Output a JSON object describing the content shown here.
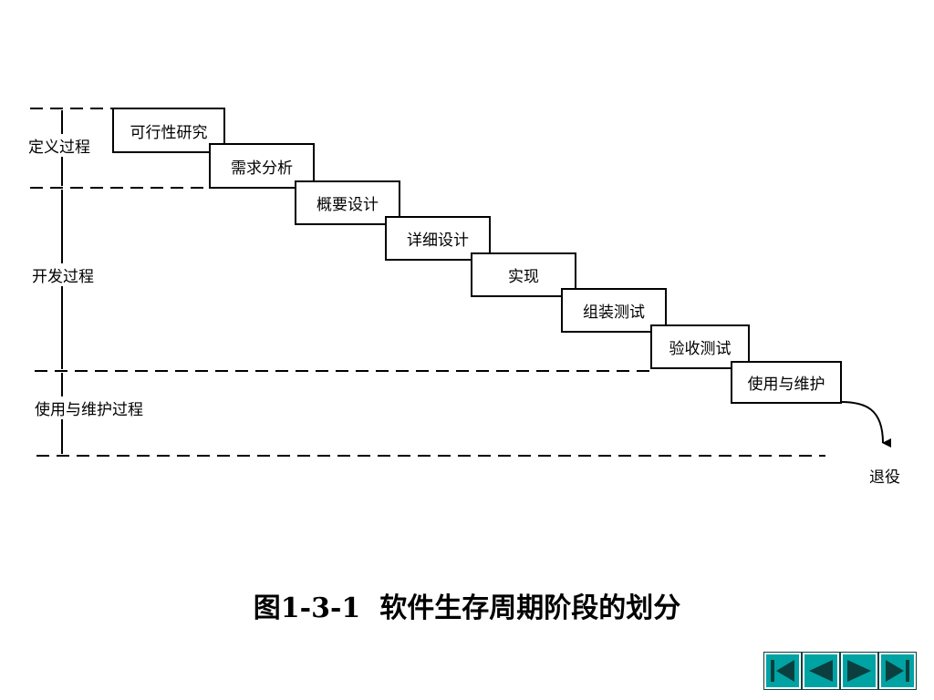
{
  "phases": [
    {
      "key": "definition",
      "label": "定义过程"
    },
    {
      "key": "development",
      "label": "开发过程"
    },
    {
      "key": "maintenance",
      "label": "使用与维护过程"
    }
  ],
  "stages": [
    {
      "label": "可行性研究",
      "phase": "definition"
    },
    {
      "label": "需求分析",
      "phase": "definition"
    },
    {
      "label": "概要设计",
      "phase": "development"
    },
    {
      "label": "详细设计",
      "phase": "development"
    },
    {
      "label": "实现",
      "phase": "development"
    },
    {
      "label": "组装测试",
      "phase": "development"
    },
    {
      "label": "验收测试",
      "phase": "development"
    },
    {
      "label": "使用与维护",
      "phase": "maintenance"
    }
  ],
  "exit_label": "退役",
  "caption": "图1-3-1  软件生存周期阶段的划分",
  "navigation": [
    {
      "name": "first-page-button",
      "icon": "skip-back-icon"
    },
    {
      "name": "previous-page-button",
      "icon": "triangle-left-icon"
    },
    {
      "name": "next-page-button",
      "icon": "triangle-right-icon"
    },
    {
      "name": "last-page-button",
      "icon": "skip-forward-icon"
    }
  ],
  "colors": {
    "nav_button": "#00a3a3",
    "nav_icon": "#0b3f3f",
    "lines": "#000000"
  }
}
